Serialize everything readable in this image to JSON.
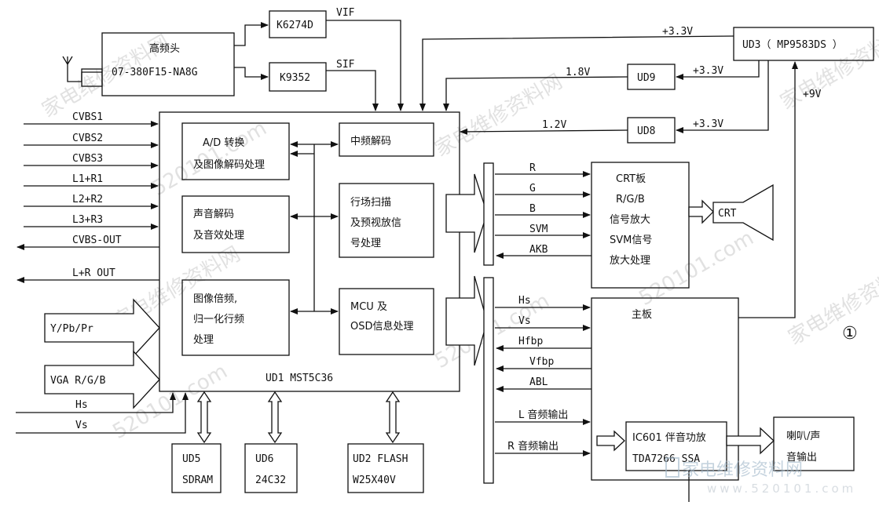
{
  "blocks": {
    "tuner_title": "高频头",
    "tuner_model": "07-380F15-NA8G",
    "k6274d": "K6274D",
    "k9352": "K9352",
    "ud3": "UD3（  MP9583DS    ）",
    "ud9": "UD9",
    "ud8": "UD8",
    "ad_line1": "A/D 转换",
    "ad_line2": "及图像解码处理",
    "if_decode": "中频解码",
    "audio_line1": "声音解码",
    "audio_line2": "及音效处理",
    "scan_line1": "行场扫描",
    "scan_line2": "及预视放信",
    "scan_line3": "号处理",
    "upscale_line1": "图像倍频,",
    "upscale_line2": "归一化行频",
    "upscale_line3": "处理",
    "mcu_line1": "MCU 及",
    "mcu_line2": "OSD信息处理",
    "ud1": "UD1 MST5C36",
    "ud5_line1": "UD5",
    "ud5_line2": "SDRAM",
    "ud6_line1": "UD6",
    "ud6_line2": "24C32",
    "ud2_line1": "UD2 FLASH",
    "ud2_line2": "W25X40V",
    "crt_line1": "CRT板",
    "crt_line2": "R/G/B",
    "crt_line3": "信号放大",
    "crt_line4": "SVM信号",
    "crt_line5": "放大处理",
    "crt_tube": "CRT",
    "mainboard": "主板",
    "ic601_line1": "IC601 伴音功放",
    "ic601_line2": "TDA7266 SSA",
    "speaker_line1": "喇叭/声",
    "speaker_line2": "音输出"
  },
  "signals": {
    "vif": "VIF",
    "sif": "SIF",
    "v33_top": "+3.3V",
    "v18": "1.8V",
    "v33_ud9": "+3.3V",
    "v12": "1.2V",
    "v33_ud8": "+3.3V",
    "v9": "+9V",
    "cvbs1": "CVBS1",
    "cvbs2": "CVBS2",
    "cvbs3": "CVBS3",
    "l1r1": "L1+R1",
    "l2r2": "L2+R2",
    "l3r3": "L3+R3",
    "cvbs_out": "CVBS-OUT",
    "lr_out": "L+R OUT",
    "ypbpr": "Y/Pb/Pr",
    "vga": "VGA R/G/B",
    "hs_in": "Hs",
    "vs_in": "Vs",
    "r": "R",
    "g": "G",
    "b": "B",
    "svm": "SVM",
    "akb": "AKB",
    "hs": "Hs",
    "vs": "Vs",
    "hfbp": "Hfbp",
    "vfbp": "Vfbp",
    "abl": "ABL",
    "l_audio": "L 音频输出",
    "r_audio": "R 音频输出"
  },
  "figure_label": "①",
  "watermarks": {
    "cn": "家电维修资料网",
    "site": "520101.com",
    "footer_logo": "家电维修资料网",
    "footer_url": "www.520101.com"
  }
}
